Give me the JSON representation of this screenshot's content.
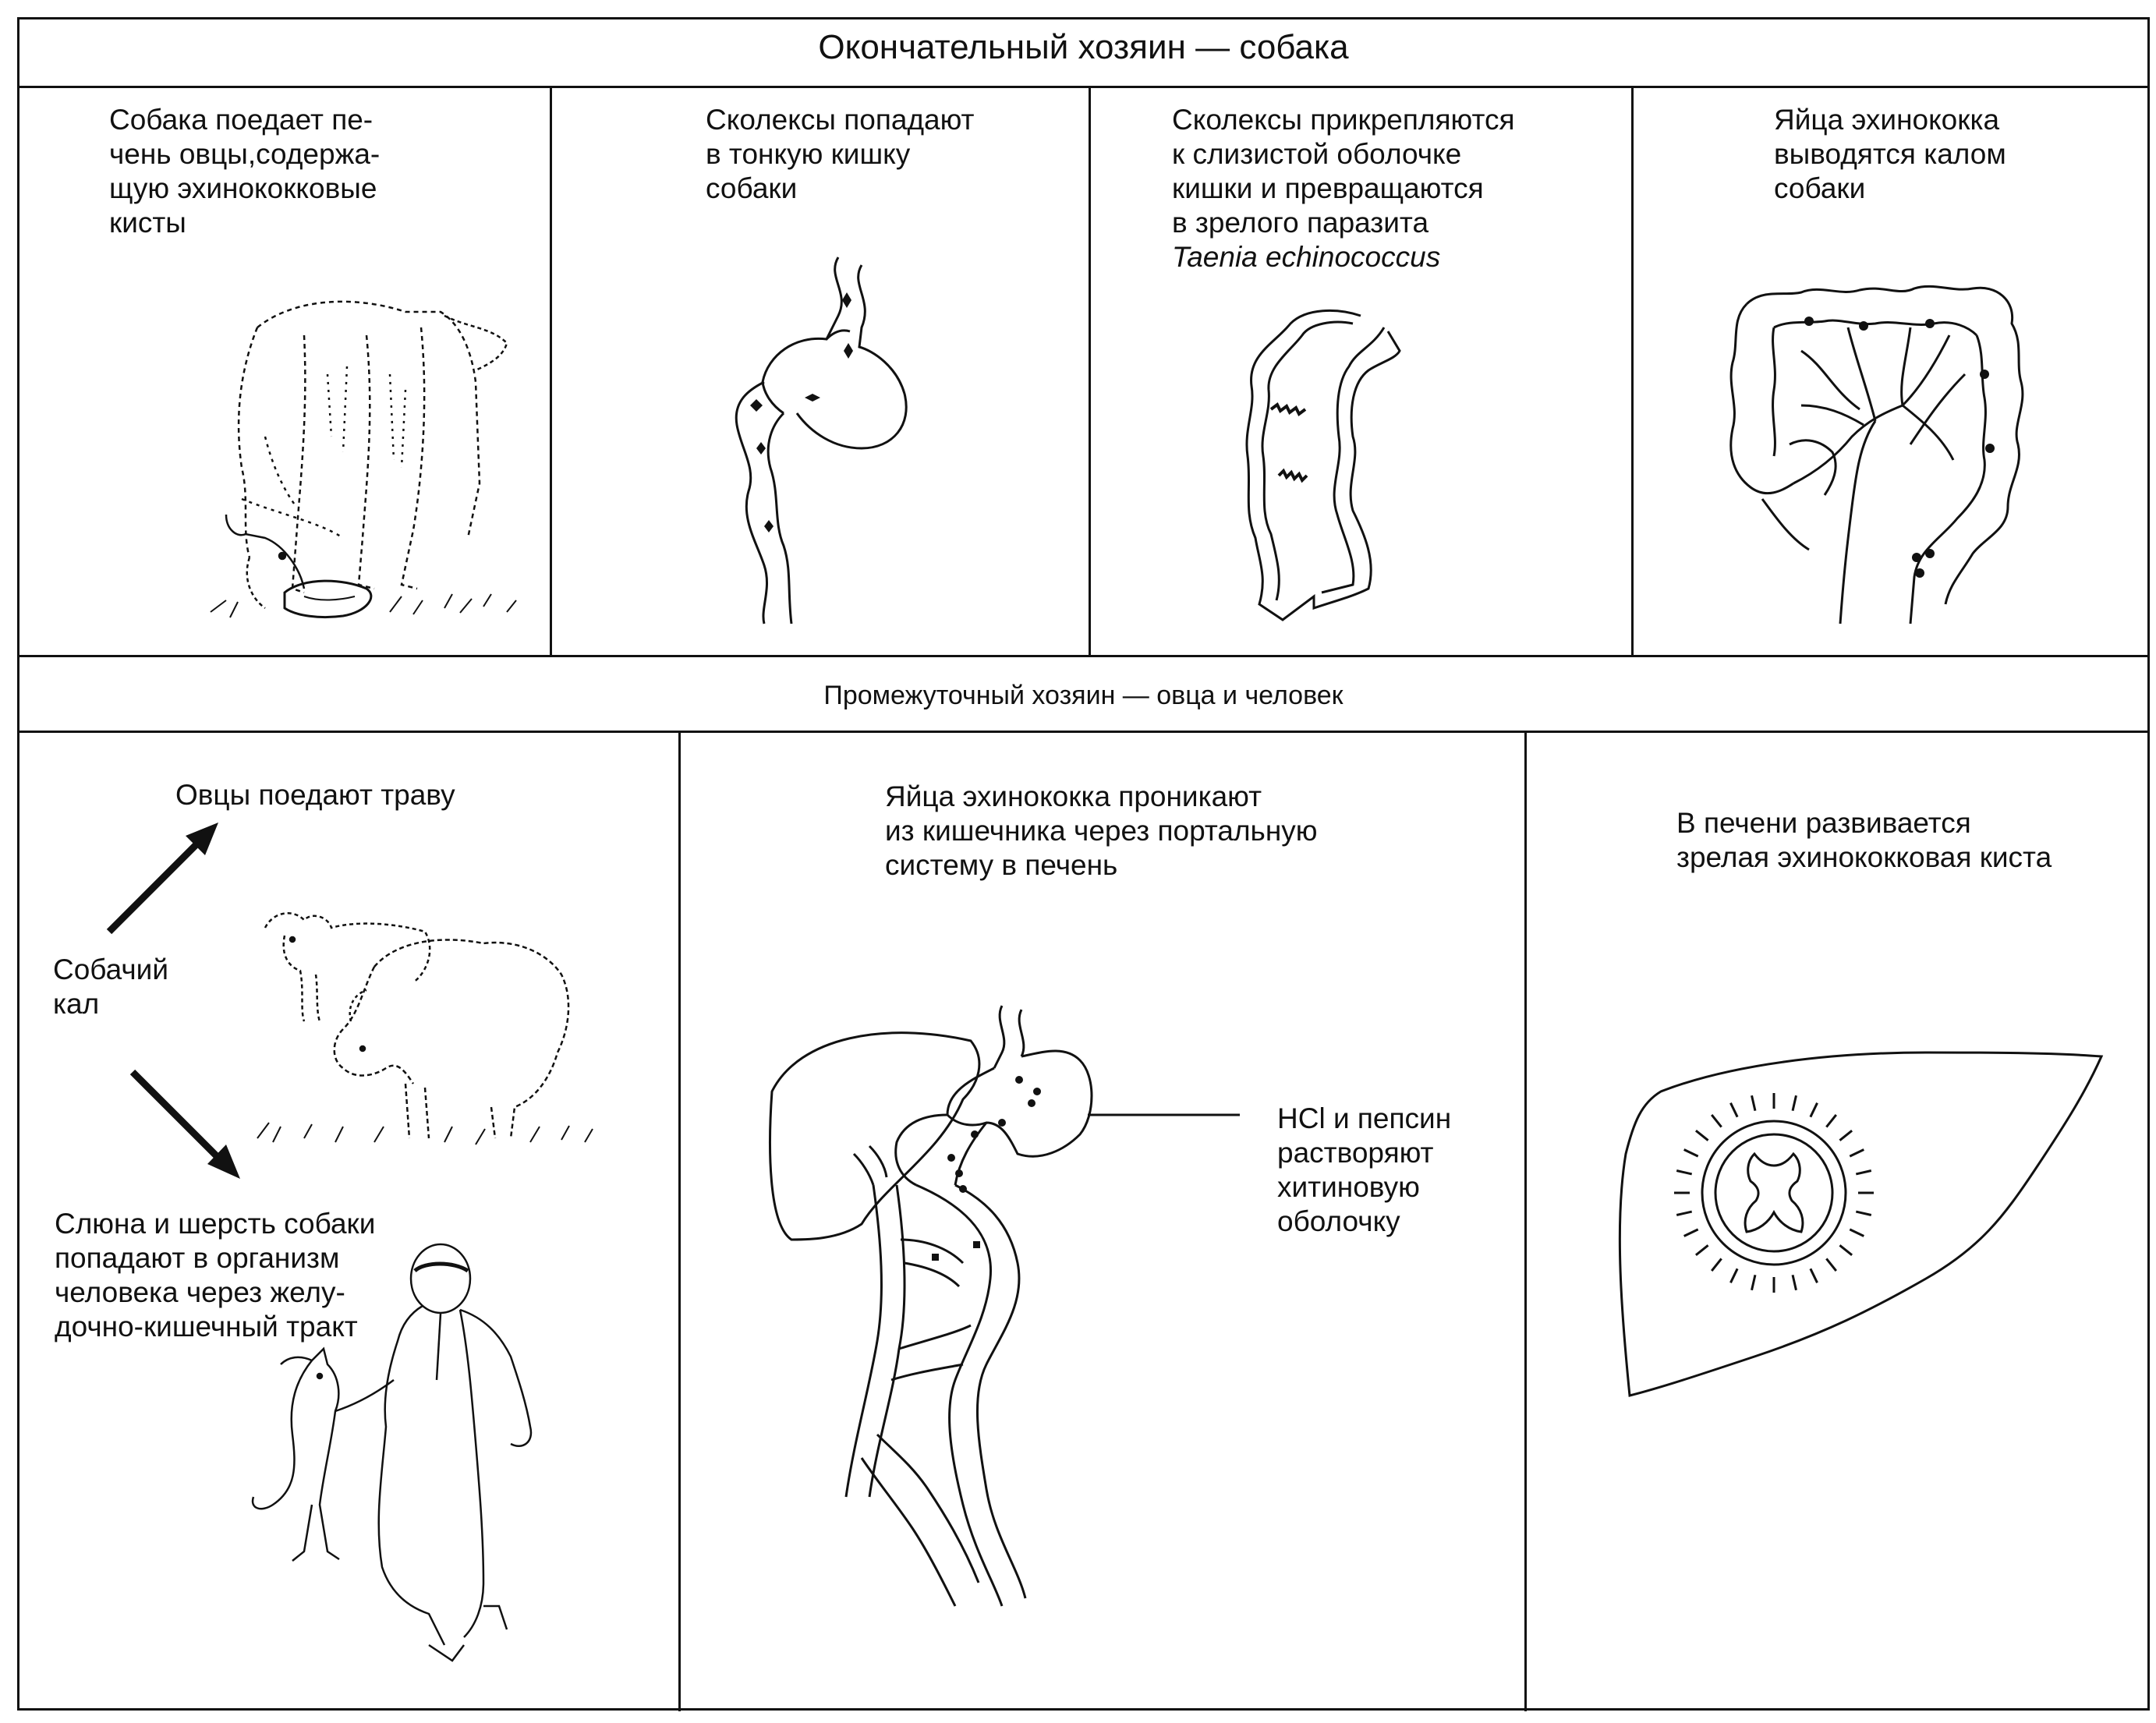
{
  "top_section": {
    "title": "Окончательный хозяин — собака",
    "panels": [
      {
        "caption": "Собака поедает пе-\nчень овцы,содержа-\nщую эхинококковые\nкисты"
      },
      {
        "caption": "Сколексы попадают\nв тонкую кишку\nсобаки"
      },
      {
        "caption": "Сколексы прикрепляются\nк слизистой оболочке\nкишки и превращаются\nв зрелого паразита",
        "caption_italic": "Taenia echinococcus"
      },
      {
        "caption": "Яйца эхинококка\nвыводятся калом\nсобаки"
      }
    ]
  },
  "bottom_section": {
    "title": "Промежуточный хозяин — овца и человек",
    "panel_left": {
      "sheep_caption": "Овцы поедают траву",
      "source_label": "Собачий\nкал",
      "human_caption": "Слюна и шерсть собаки\nпопадают в организм\nчеловека через желу-\nдочно-кишечный тракт"
    },
    "panel_middle": {
      "caption": "Яйца эхинококка проникают\nиз кишечника через портальную\nсистему в печень",
      "annotation": "HCl и пепсин\nрастворяют\nхитиновую\nоболочку"
    },
    "panel_right": {
      "caption": "В печени развивается\nзрелая эхинококковая киста"
    }
  }
}
